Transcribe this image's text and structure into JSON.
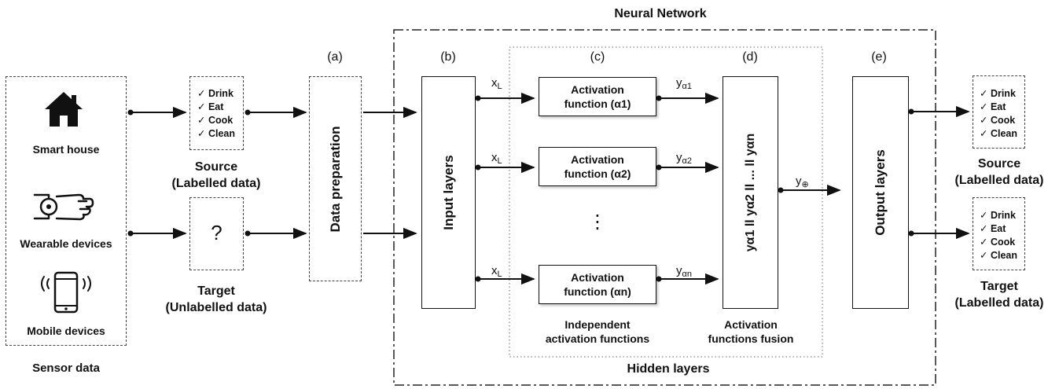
{
  "title": "Neural Network",
  "sensor": {
    "caption": "Sensor data",
    "items": [
      {
        "label": "Smart house",
        "icon": "house-icon"
      },
      {
        "label": "Wearable devices",
        "icon": "wrist-watch-icon"
      },
      {
        "label": "Mobile devices",
        "icon": "mobile-phone-icon"
      }
    ]
  },
  "source": {
    "title": "Source",
    "subtitle": "(Labelled data)",
    "labels": [
      "✓ Drink",
      "✓ Eat",
      "✓ Cook",
      "✓ Clean"
    ]
  },
  "target": {
    "mark": "?",
    "title": "Target",
    "subtitle": "(Unlabelled data)"
  },
  "stage_letters": {
    "a": "(a)",
    "b": "(b)",
    "c": "(c)",
    "d": "(d)",
    "e": "(e)"
  },
  "data_preparation": "Data preparation",
  "input_layers": "Input layers",
  "output_layers": "Output layers",
  "hidden_layers": "Hidden layers",
  "input_var": {
    "base": "x",
    "sub": "L"
  },
  "activations": [
    {
      "line1": "Activation",
      "line2": "function (α1)",
      "out_base": "y",
      "out_sub": "α1"
    },
    {
      "line1": "Activation",
      "line2": "function (α2)",
      "out_base": "y",
      "out_sub": "α2"
    },
    {
      "line1": "Activation",
      "line2": "function (αn)",
      "out_base": "y",
      "out_sub": "αn"
    }
  ],
  "ellipsis": "⋮",
  "fusion_expression": "yα1 ll yα2 ll ... ll yαn",
  "fusion_output": {
    "base": "y",
    "sub": "⊕"
  },
  "independent_caption": {
    "line1": "Independent",
    "line2": "activation functions"
  },
  "fusion_caption": {
    "line1": "Activation",
    "line2": "functions fusion"
  },
  "outputs": {
    "source": {
      "title": "Source",
      "subtitle": "(Labelled data)",
      "labels": [
        "✓ Drink",
        "✓ Eat",
        "✓ Cook",
        "✓ Clean"
      ]
    },
    "target": {
      "title": "Target",
      "subtitle": "(Labelled data)",
      "labels": [
        "✓ Drink",
        "✓ Eat",
        "✓ Cook",
        "✓ Clean"
      ]
    }
  }
}
